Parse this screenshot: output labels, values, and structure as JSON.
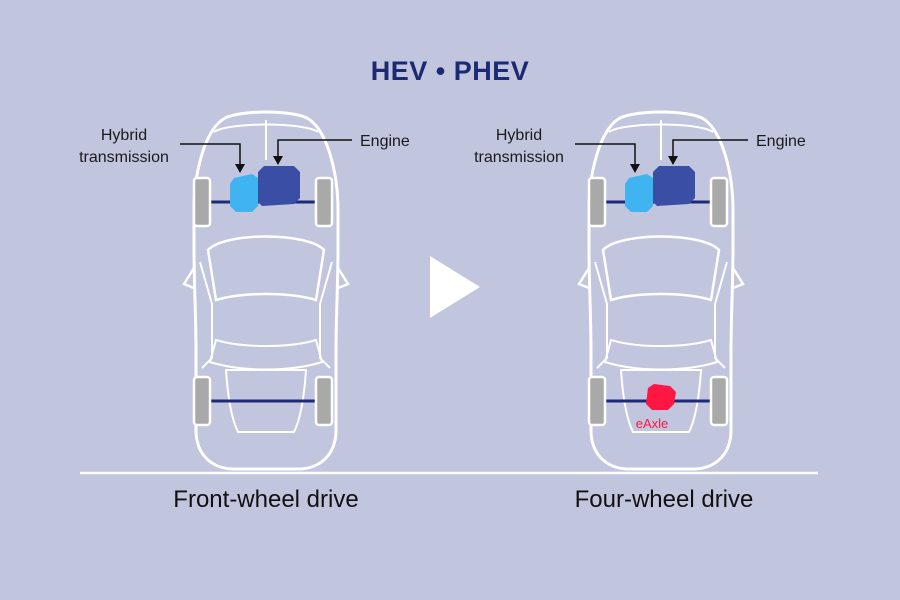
{
  "title": "HEV • PHEV",
  "left": {
    "hybrid_label_line1": "Hybrid",
    "hybrid_label_line2": "transmission",
    "engine_label": "Engine",
    "caption": "Front-wheel drive"
  },
  "right": {
    "hybrid_label_line1": "Hybrid",
    "hybrid_label_line2": "transmission",
    "engine_label": "Engine",
    "eaxle_label": "eAxle",
    "caption": "Four-wheel drive"
  },
  "colors": {
    "background": "#c1c5dd",
    "title": "#1c2a74",
    "car_outline": "#ffffff",
    "axle": "#1e2a78",
    "engine": "#3b4ea6",
    "hybrid_transmission": "#3fb4f0",
    "eaxle": "#ff1744",
    "wheel": "#a9a9a9"
  },
  "icons": {
    "arrow": "play-triangle-icon"
  }
}
